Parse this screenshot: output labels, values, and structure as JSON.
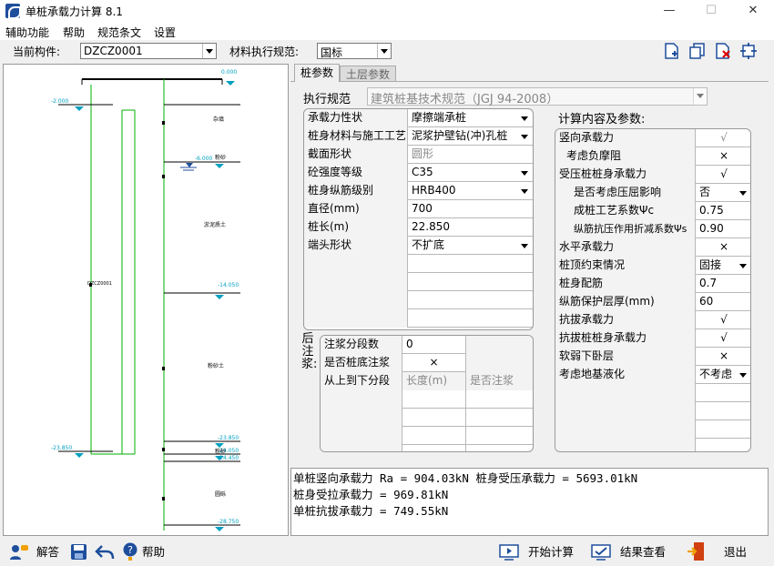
{
  "window": {
    "title": "单桩承载力计算 8.1",
    "min": "—",
    "max": "☐",
    "close": "✕"
  },
  "menu": [
    "辅助功能",
    "帮助",
    "规范条文",
    "设置"
  ],
  "toolbar": {
    "component_label": "当前构件:",
    "component_value": "DZCZ0001",
    "spec_label": "材料执行规范:",
    "spec_value": "国标"
  },
  "preview": {
    "elevations": [
      "0.000",
      "-2.000",
      "-6.000",
      "-14.050",
      "-23.850",
      "-24.050",
      "-24.450",
      "-28.750",
      "-23.850"
    ],
    "layer_labels": [
      "杂填",
      "粉砂",
      "淤泥质土",
      "粉砂土",
      "粉砂",
      "圆砾"
    ],
    "pile_label": "DZCZ0001"
  },
  "tabs": {
    "active": "桩参数",
    "inactive": "土层参数"
  },
  "spec": {
    "label": "执行规范",
    "value": "建筑桩基技术规范（JGJ 94-2008）"
  },
  "params": [
    {
      "label": "承载力性状",
      "value": "摩擦端承桩",
      "dropdown": true,
      "grey": false
    },
    {
      "label": "桩身材料与施工工艺",
      "value": "泥浆护壁钻(冲)孔桩",
      "dropdown": true,
      "grey": false
    },
    {
      "label": "截面形状",
      "value": "圆形",
      "dropdown": false,
      "grey": true
    },
    {
      "label": "砼强度等级",
      "value": "C35",
      "dropdown": true,
      "grey": false
    },
    {
      "label": "桩身纵筋级别",
      "value": "HRB400",
      "dropdown": true,
      "grey": false
    },
    {
      "label": "直径(mm)",
      "value": "700",
      "dropdown": false,
      "grey": false
    },
    {
      "label": "桩长(m)",
      "value": "22.850",
      "dropdown": false,
      "grey": false
    },
    {
      "label": "端头形状",
      "value": "不扩底",
      "dropdown": true,
      "grey": false
    }
  ],
  "grout": {
    "side_label": "后注浆:",
    "rows": [
      {
        "label": "注浆分段数",
        "value": "0"
      },
      {
        "label": "是否桩底注浆",
        "value": "×"
      }
    ],
    "headers": [
      "从上到下分段",
      "长度(m)",
      "是否注浆"
    ]
  },
  "calc": {
    "title": "计算内容及参数:",
    "items": [
      {
        "label": "竖向承载力",
        "value": "√",
        "indent": 0,
        "grey": true,
        "dropdown": false
      },
      {
        "label": "考虑负摩阻",
        "value": "×",
        "indent": 1,
        "grey": false,
        "dropdown": false
      },
      {
        "label": "受压桩桩身承载力",
        "value": "√",
        "indent": 0,
        "grey": false,
        "dropdown": false
      },
      {
        "label": "是否考虑压屈影响",
        "value": "否",
        "indent": 2,
        "grey": false,
        "dropdown": true
      },
      {
        "label": "成桩工艺系数Ψc",
        "value": "0.75",
        "indent": 2,
        "grey": false,
        "dropdown": false
      },
      {
        "label": "纵筋抗压作用折减系数Ψs",
        "value": "0.90",
        "indent": 2,
        "grey": false,
        "dropdown": false
      },
      {
        "label": "水平承载力",
        "value": "×",
        "indent": 0,
        "grey": false,
        "dropdown": false
      },
      {
        "label": "桩顶约束情况",
        "value": "固接",
        "indent": 0,
        "grey": false,
        "dropdown": true
      },
      {
        "label": "桩身配筋",
        "value": "0.7",
        "indent": 0,
        "grey": false,
        "dropdown": false
      },
      {
        "label": "纵筋保护层厚(mm)",
        "value": "60",
        "indent": 0,
        "grey": false,
        "dropdown": false
      },
      {
        "label": "抗拔承载力",
        "value": "√",
        "indent": 0,
        "grey": false,
        "dropdown": false
      },
      {
        "label": "抗拔桩桩身承载力",
        "value": "√",
        "indent": 0,
        "grey": false,
        "dropdown": false
      },
      {
        "label": "软弱下卧层",
        "value": "×",
        "indent": 0,
        "grey": false,
        "dropdown": false
      },
      {
        "label": "考虑地基液化",
        "value": "不考虑",
        "indent": 0,
        "grey": false,
        "dropdown": true
      }
    ]
  },
  "results": [
    "单桩竖向承载力 Ra = 904.03kN  桩身受压承载力 = 5693.01kN",
    "桩身受拉承载力 = 969.81kN",
    "单桩抗拔承载力 = 749.55kN"
  ],
  "status": {
    "answer": "解答",
    "help": "帮助",
    "start": "开始计算",
    "view": "结果查看",
    "exit": "退出"
  },
  "colors": {
    "pile_line": "#00b000",
    "accent": "#1f4e9c"
  }
}
